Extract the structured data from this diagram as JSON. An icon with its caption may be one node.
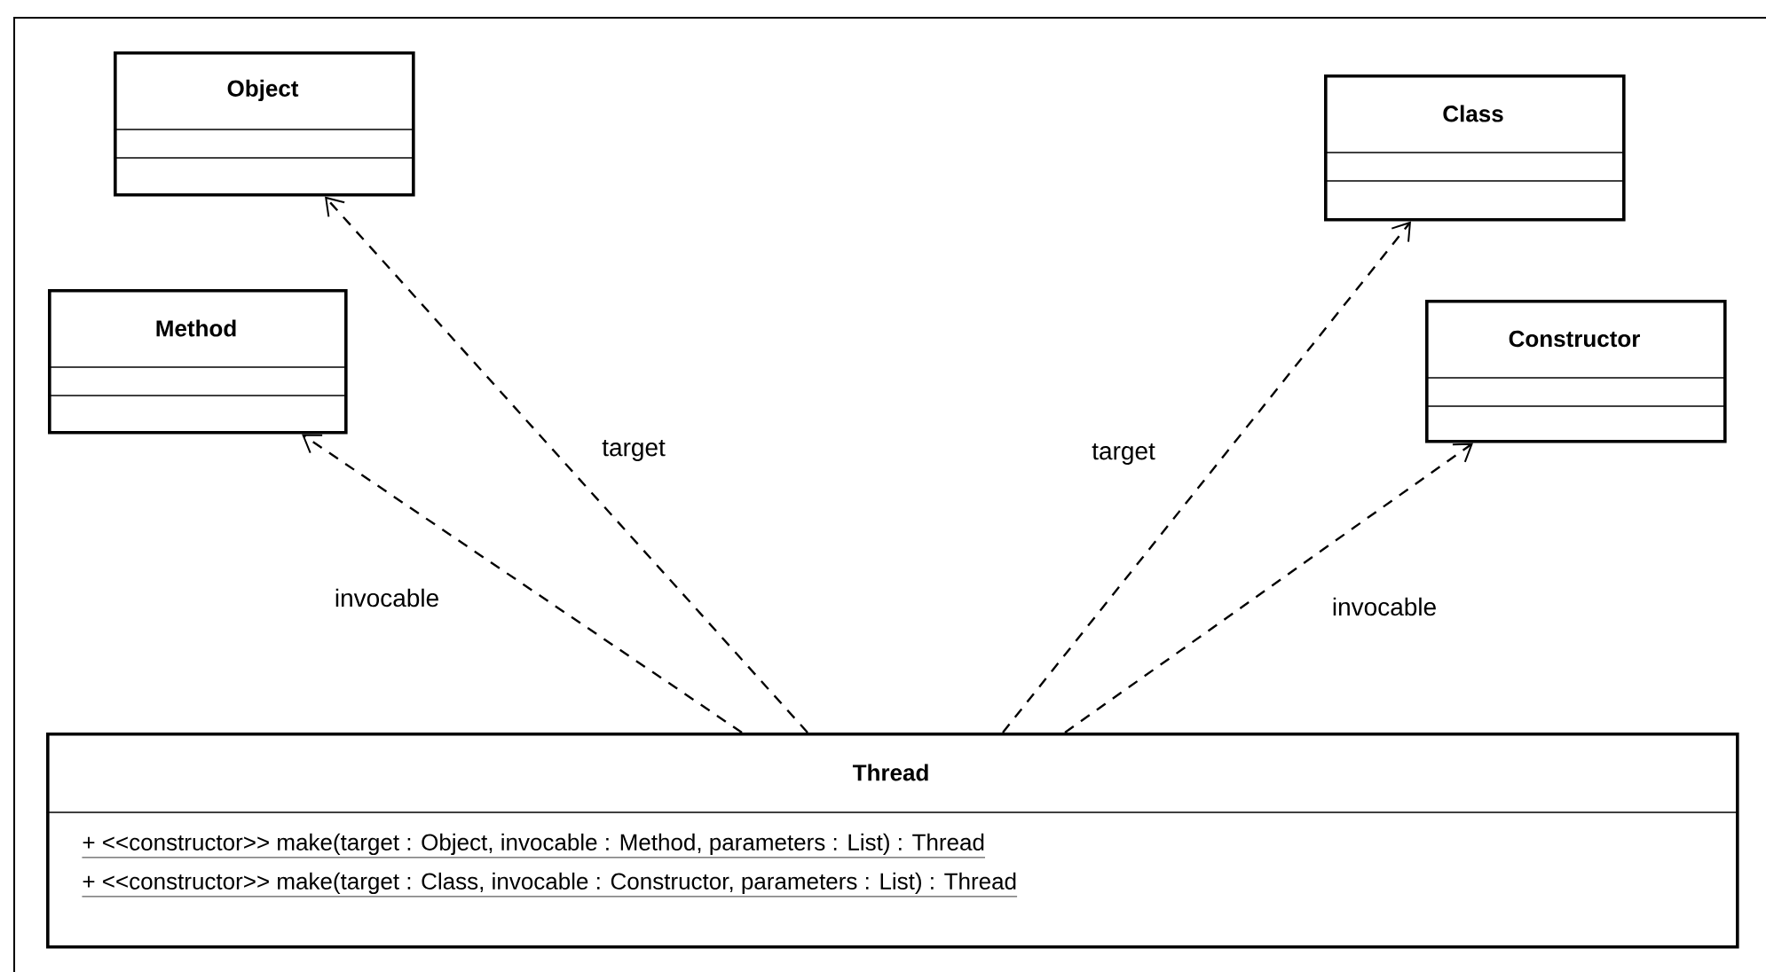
{
  "diagram": {
    "nodes": [
      {
        "text": [
          "Object"
        ]
      },
      {
        "text": [
          "Method"
        ]
      },
      {
        "text": [
          "Class"
        ]
      },
      {
        "text": [
          "Constructor"
        ]
      },
      {
        "text": [
          "Thread",
          "+ <<constructor>> make(target : Object, invocable : Method, parameters : List) : Thread",
          "+ <<constructor>> make(target : Class, invocable : Constructor, parameters : List) : Thread"
        ]
      }
    ],
    "edges": [
      {
        "from": 4,
        "to": 0,
        "arrow": "to",
        "style": "dashed",
        "label": "target"
      },
      {
        "from": 4,
        "to": 1,
        "arrow": "to",
        "style": "dashed",
        "label": "invocable"
      },
      {
        "from": 4,
        "to": 2,
        "arrow": "to",
        "style": "dashed",
        "label": "target"
      },
      {
        "from": 4,
        "to": 3,
        "arrow": "to",
        "style": "dashed",
        "label": "invocable"
      }
    ]
  }
}
